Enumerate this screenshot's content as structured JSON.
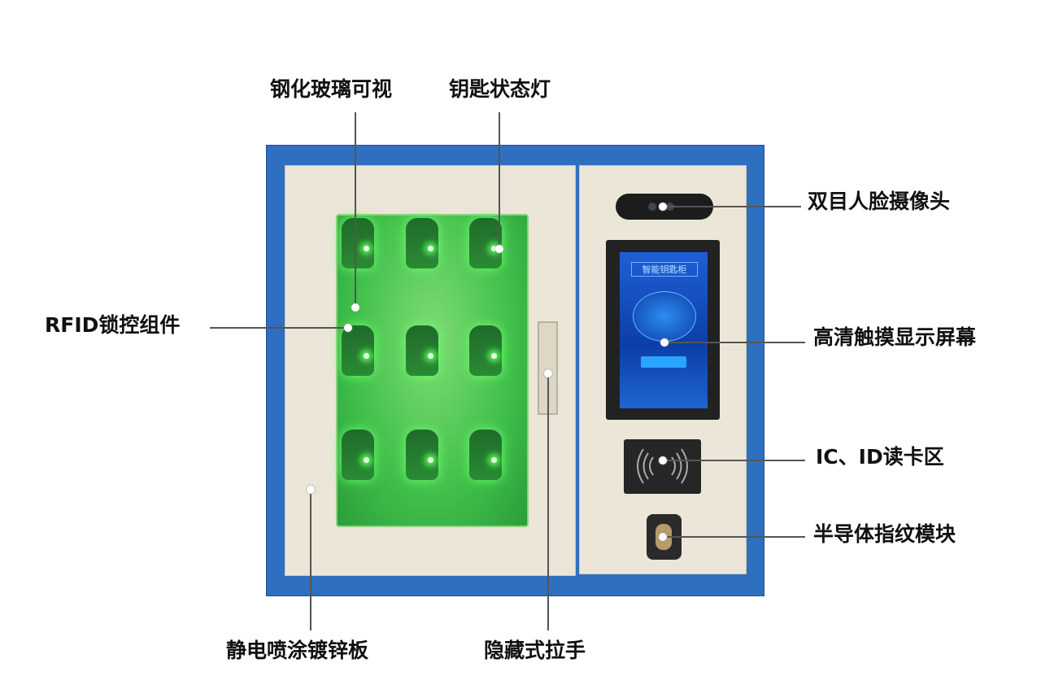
{
  "callouts": {
    "tempered_glass": "钢化玻璃可视",
    "key_status_light": "钥匙状态灯",
    "binocular_face_camera": "双目人脸摄像头",
    "rfid_lock_module": "RFID锁控组件",
    "hd_touch_screen": "高清触摸显示屏幕",
    "ic_id_card_reader": "IC、ID读卡区",
    "fingerprint_module": "半导体指纹模块",
    "galvanized_panel": "静电喷涂镀锌板",
    "hidden_handle": "隐藏式拉手"
  },
  "screen": {
    "title": "智能钥匙柜"
  },
  "colors": {
    "frame": "#2f6fc0",
    "panel": "#ebe6d8",
    "key_led": "#5cff5c",
    "callout_line": "#555555"
  },
  "key_slots": 9
}
